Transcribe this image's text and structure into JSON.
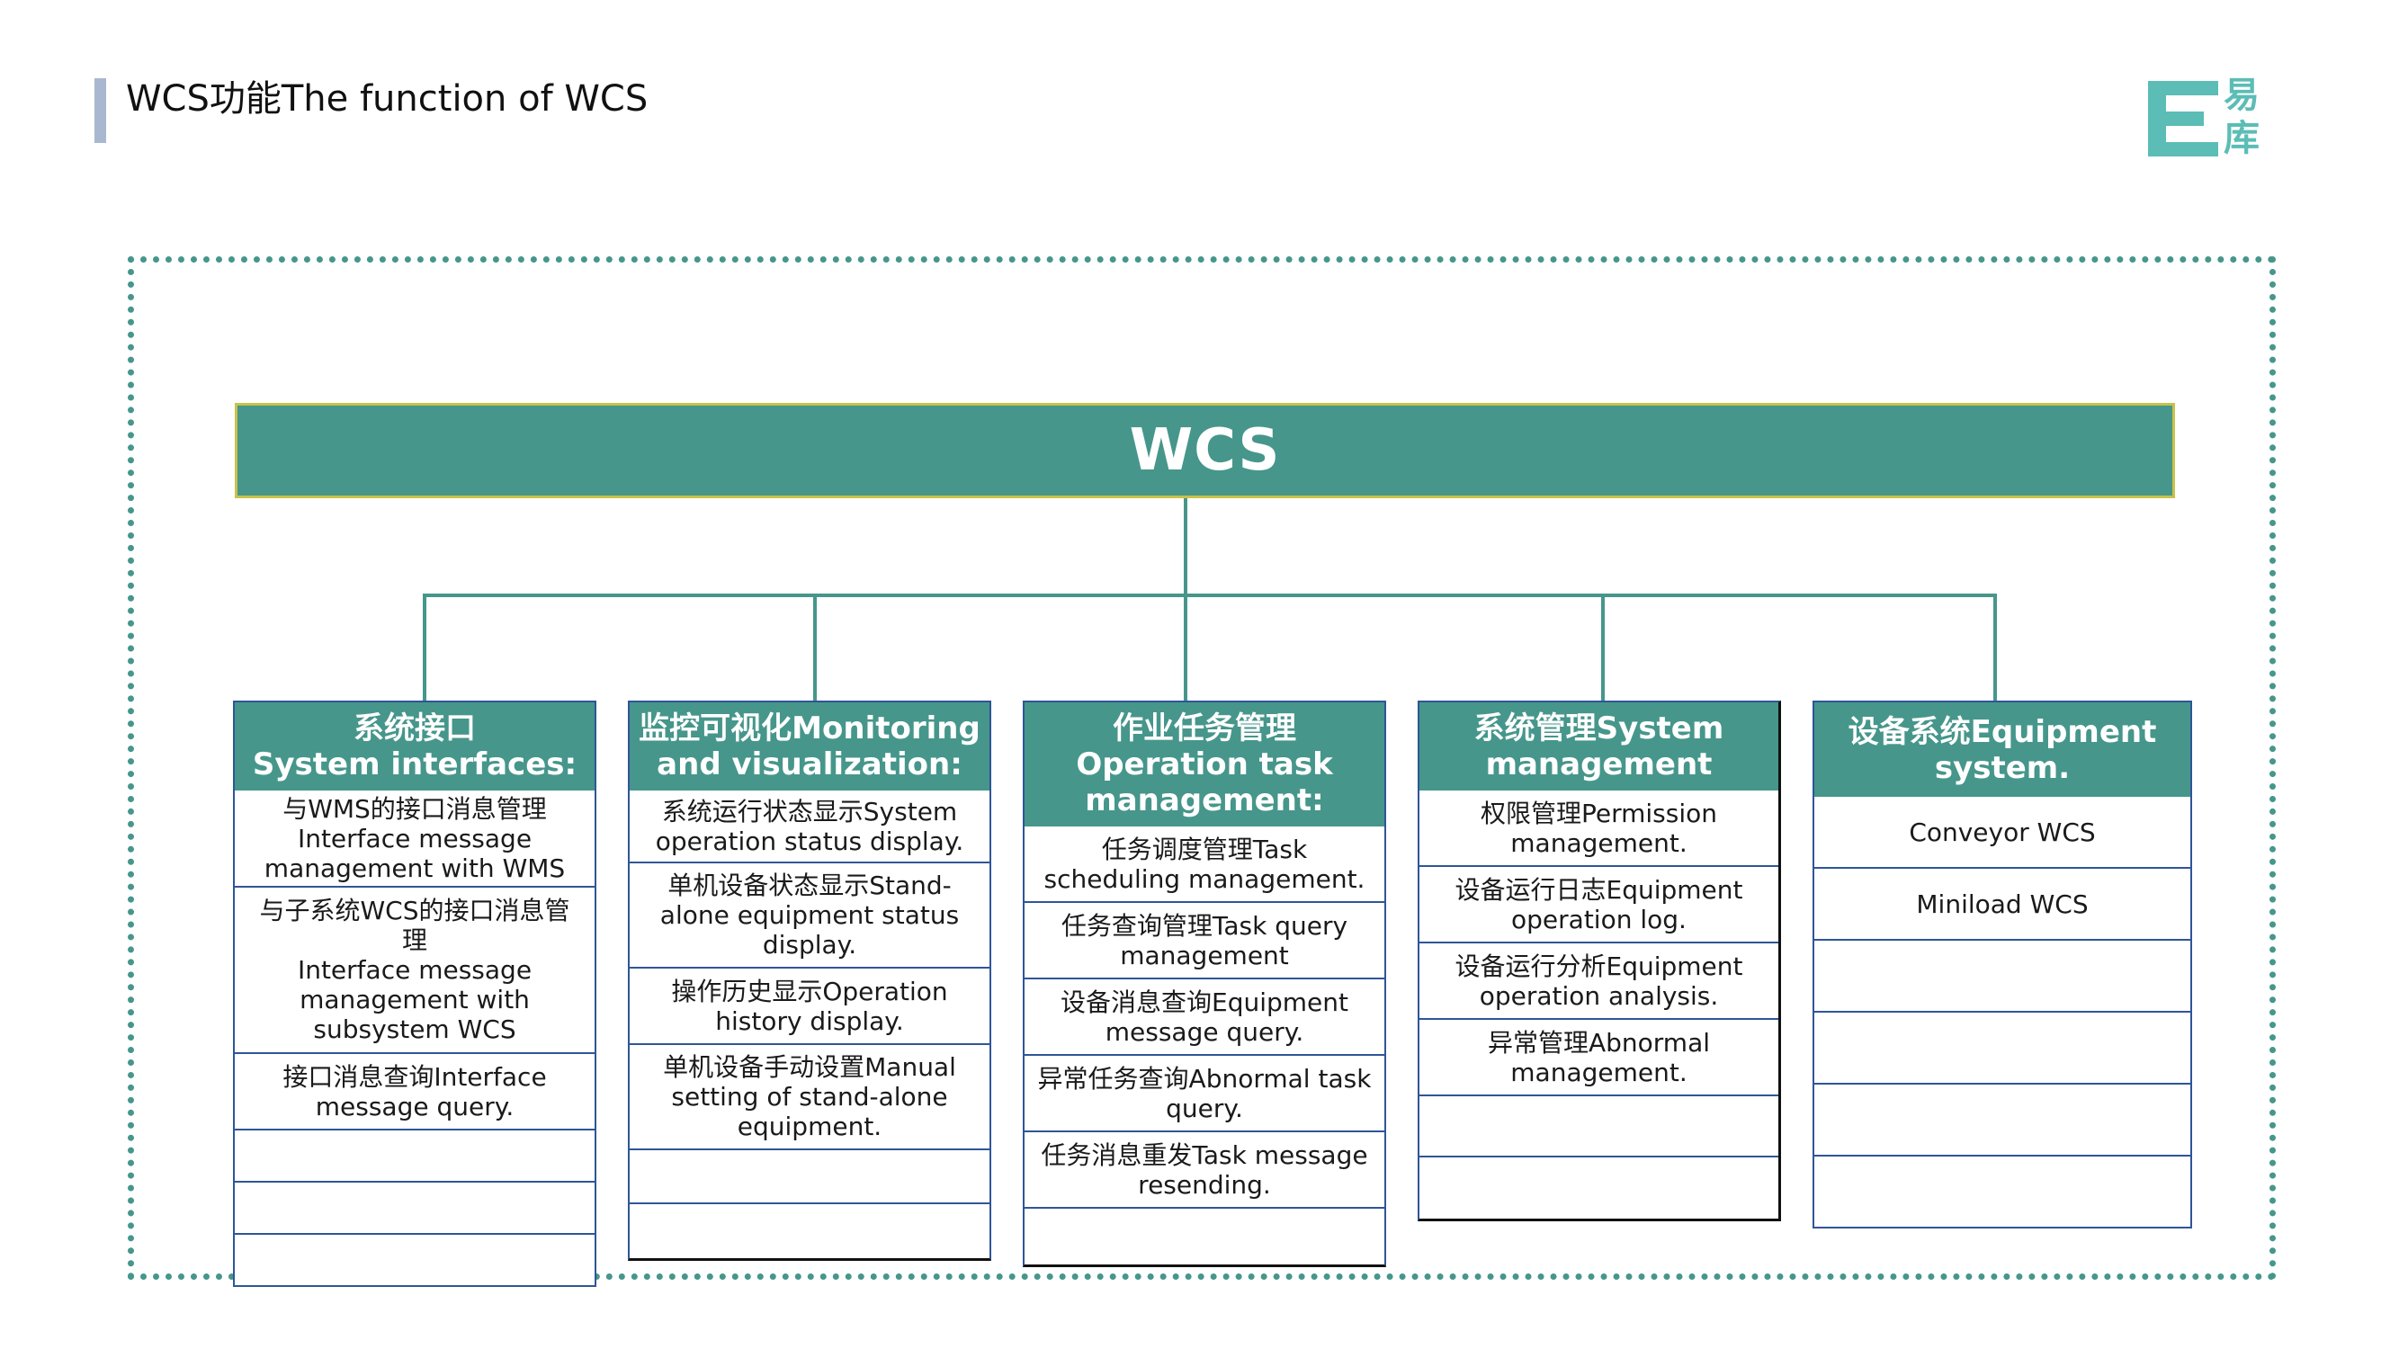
{
  "header": {
    "title": "WCS功能The function of WCS"
  },
  "logo": {
    "chars": [
      "易",
      "库"
    ],
    "color": "#5bbdb6"
  },
  "colors": {
    "accent": "#46968b",
    "root_border": "#c9c24a",
    "cell_border": "#2f5597",
    "title_bar": "#a9b7d1"
  },
  "diagram": {
    "root": "WCS",
    "columns": [
      {
        "title": [
          "系统接口",
          "System interfaces:"
        ],
        "items": [
          [
            "与WMS的接口消息管理",
            "Interface message",
            "management with WMS"
          ],
          [
            "与子系统WCS的接口消息管",
            "理",
            "Interface message",
            "management with",
            "subsystem WCS"
          ],
          [
            "接口消息查询Interface",
            "message query."
          ],
          [],
          [],
          []
        ]
      },
      {
        "title": [
          "监控可视化Monitoring",
          "and visualization:"
        ],
        "items": [
          [
            "系统运行状态显示System",
            "operation status display."
          ],
          [
            "单机设备状态显示Stand-",
            "alone equipment status",
            "display."
          ],
          [
            "操作历史显示Operation",
            "history display."
          ],
          [
            "单机设备手动设置Manual",
            "setting of stand-alone",
            "equipment."
          ],
          [],
          []
        ]
      },
      {
        "title": [
          "作业任务管理",
          "Operation task",
          "management:"
        ],
        "items": [
          [
            "任务调度管理Task",
            "scheduling management."
          ],
          [
            "任务查询管理Task query",
            "management"
          ],
          [
            "设备消息查询Equipment",
            "message query."
          ],
          [
            "异常任务查询Abnormal task",
            "query."
          ],
          [
            "任务消息重发Task message",
            "resending."
          ],
          []
        ]
      },
      {
        "title": [
          "系统管理System",
          "management"
        ],
        "items": [
          [
            "权限管理Permission",
            "management."
          ],
          [
            "设备运行日志Equipment",
            "operation log."
          ],
          [
            "设备运行分析Equipment",
            "operation analysis."
          ],
          [
            "异常管理Abnormal",
            "management."
          ],
          [],
          []
        ]
      },
      {
        "title": [
          "设备系统Equipment",
          "system."
        ],
        "items": [
          [
            "Conveyor WCS"
          ],
          [
            "Miniload WCS"
          ],
          [],
          [],
          [],
          []
        ]
      }
    ]
  }
}
